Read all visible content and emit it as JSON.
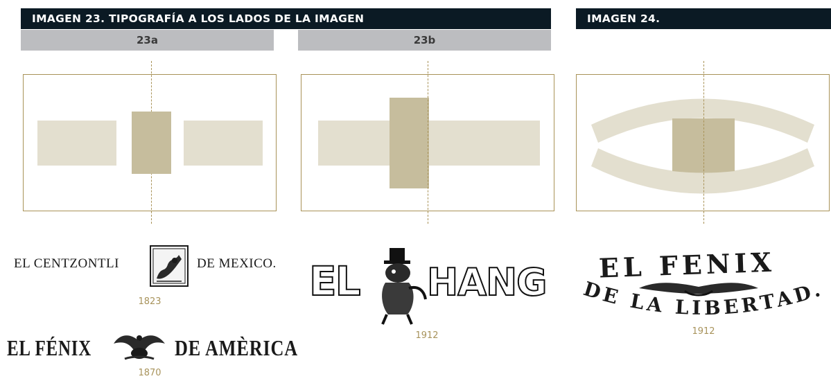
{
  "headers": {
    "fig23": "IMAGEN 23. TIPOGRAFÍA A LOS LADOS DE LA IMAGEN",
    "fig24": "IMAGEN 24."
  },
  "subheaders": {
    "a": "23a",
    "b": "23b"
  },
  "colors": {
    "header_bg": "#0b1a24",
    "sub_bg": "#bcbdc0",
    "accent": "#a89257",
    "light_block": "#e3dfcf",
    "dark_block": "#c6bd9d"
  },
  "mastheads": {
    "centzontli": {
      "left": "EL CENTZONTLI",
      "right": "DE MEXICO.",
      "year": "1823"
    },
    "fenix_america": {
      "left": "EL FÉNIX",
      "right": "DE AMÈRICA",
      "year": "1870"
    },
    "chango": {
      "text_left": "EL",
      "text_right": "HANG",
      "year": "1912"
    },
    "fenix_libertad": {
      "line1": "EL FENIX",
      "line2": "DE LA LIBERTAD.",
      "year": "1912"
    }
  }
}
